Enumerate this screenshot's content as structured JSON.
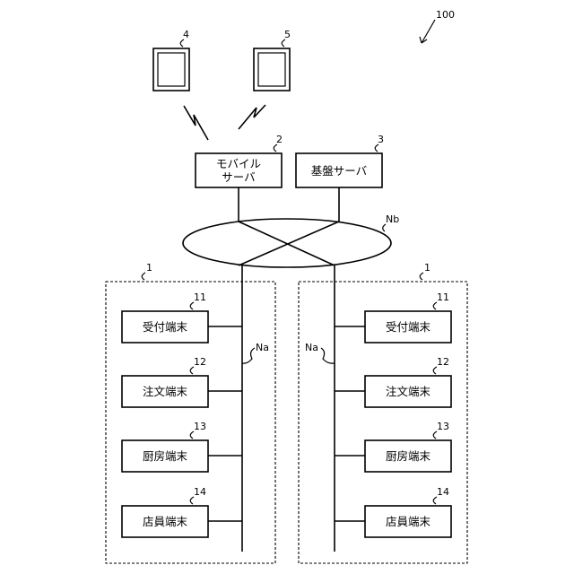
{
  "system_ref": "100",
  "tablets": [
    {
      "ref": "4"
    },
    {
      "ref": "5"
    }
  ],
  "mobile_server": {
    "ref": "2",
    "line1": "モバイル",
    "line2": "サーバ"
  },
  "base_server": {
    "ref": "3",
    "label": "基盤サーバ"
  },
  "network_nb": {
    "label": "Nb"
  },
  "stores": [
    {
      "ref": "1",
      "network_label": "Na",
      "terminals": [
        {
          "ref": "11",
          "label": "受付端末"
        },
        {
          "ref": "12",
          "label": "注文端末"
        },
        {
          "ref": "13",
          "label": "厨房端末"
        },
        {
          "ref": "14",
          "label": "店員端末"
        }
      ]
    },
    {
      "ref": "1",
      "network_label": "Na",
      "terminals": [
        {
          "ref": "11",
          "label": "受付端末"
        },
        {
          "ref": "12",
          "label": "注文端末"
        },
        {
          "ref": "13",
          "label": "厨房端末"
        },
        {
          "ref": "14",
          "label": "店員端末"
        }
      ]
    }
  ]
}
